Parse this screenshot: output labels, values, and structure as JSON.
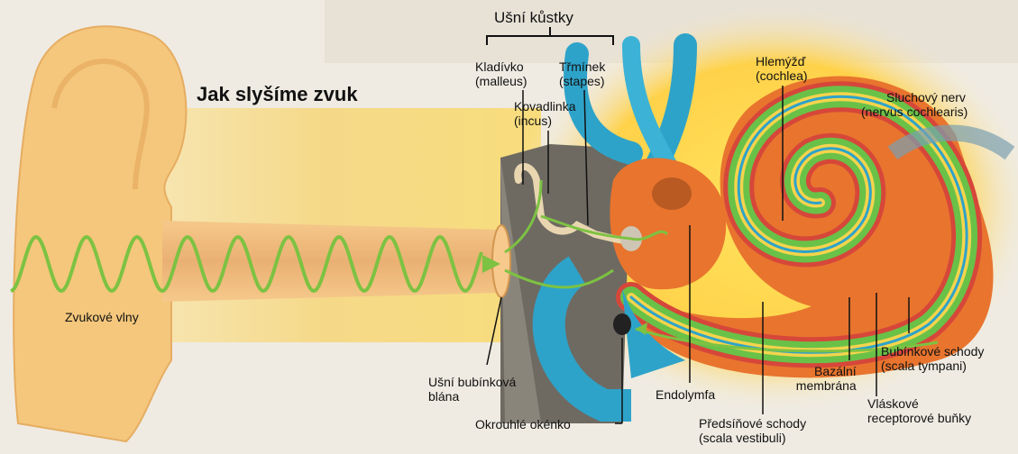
{
  "title": "Jak slyšíme zvuk",
  "ossicles_group": "Ušní kůstky",
  "labels": {
    "malleus": {
      "line1": "Kladívko",
      "line2": "(malleus)"
    },
    "stapes": {
      "line1": "Třmínek",
      "line2": "(stapes)"
    },
    "incus": {
      "line1": "Kovadlinka",
      "line2": "(incus)"
    },
    "cochlea": {
      "line1": "Hlemýžď",
      "line2": "(cochlea)"
    },
    "nerve": {
      "line1": "Sluchový nerv",
      "line2": "(nervus cochlearis)"
    },
    "sound_waves": "Zvukové vlny",
    "eardrum": {
      "line1": "Ušní bubínková",
      "line2": "blána"
    },
    "round_window": "Okrouhlé okénko",
    "endolymph": "Endolymfa",
    "vestibuli": {
      "line1": "Předsíňové schody",
      "line2": "(scala vestibuli)"
    },
    "basilar": {
      "line1": "Bazální",
      "line2": "membrána"
    },
    "hair_cells": {
      "line1": "Vláskové",
      "line2": "receptorové buňky"
    },
    "tympani": {
      "line1": "Bubínkové schody",
      "line2": "(scala tympani)"
    }
  },
  "colors": {
    "ear_skin": "#f3c27a",
    "canal": "#efb06a",
    "wave": "#7dc242",
    "blue_canals": "#2ea3c9",
    "cochlea_orange": "#e8742e",
    "stripe_green": "#69c148",
    "stripe_red": "#d6473a",
    "stripe_yellow": "#f4d44c",
    "bone_gray": "#6e6a62"
  }
}
